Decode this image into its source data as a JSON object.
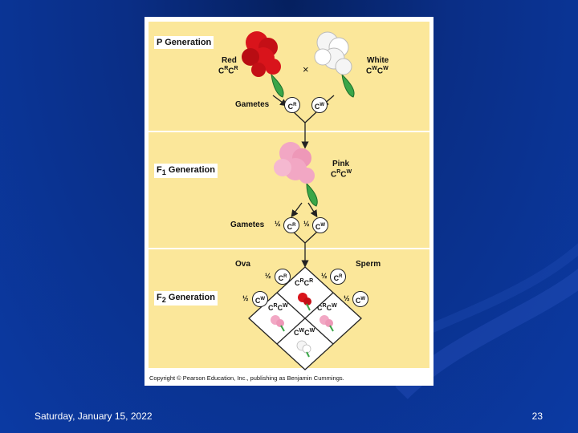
{
  "figure": {
    "p_generation": {
      "label": "P Generation",
      "red_label": "Red",
      "red_genotype": {
        "base1": "C",
        "sup1": "R",
        "base2": "C",
        "sup2": "R"
      },
      "white_label": "White",
      "white_genotype": {
        "base1": "C",
        "sup1": "W",
        "base2": "C",
        "sup2": "W"
      },
      "cross_symbol": "×",
      "gametes_label": "Gametes",
      "gamete_r": {
        "base": "C",
        "sup": "R"
      },
      "gamete_w": {
        "base": "C",
        "sup": "W"
      }
    },
    "f1_generation": {
      "label_base": "F",
      "label_sub": "1",
      "label_rest": " Generation",
      "pink_label": "Pink",
      "pink_genotype": {
        "base1": "C",
        "sup1": "R",
        "base2": "C",
        "sup2": "W"
      },
      "gametes_label": "Gametes",
      "half": "½",
      "gamete_r": {
        "base": "C",
        "sup": "R"
      },
      "gamete_w": {
        "base": "C",
        "sup": "W"
      }
    },
    "f2_generation": {
      "label_base": "F",
      "label_sub": "2",
      "label_rest": " Generation",
      "ova_label": "Ova",
      "sperm_label": "Sperm",
      "half": "½",
      "gamete_r": {
        "base": "C",
        "sup": "R"
      },
      "gamete_w": {
        "base": "C",
        "sup": "W"
      },
      "cell_rr": {
        "base1": "C",
        "sup1": "R",
        "base2": "C",
        "sup2": "R"
      },
      "cell_rw": {
        "base1": "C",
        "sup1": "R",
        "base2": "C",
        "sup2": "W"
      },
      "cell_ww": {
        "base1": "C",
        "sup1": "W",
        "base2": "C",
        "sup2": "W"
      }
    },
    "copyright": "Copyright © Pearson Education, Inc., publishing as Benjamin Cummings."
  },
  "footer": {
    "date": "Saturday, January 15, 2022",
    "page_number": "23"
  },
  "colors": {
    "background": "#0b3aa3",
    "panel": "#fbe79a",
    "red_flower": "#d9141b",
    "pink_flower": "#f2a7c4",
    "white_flower": "#f5f5f5",
    "leaf": "#3aa648"
  }
}
